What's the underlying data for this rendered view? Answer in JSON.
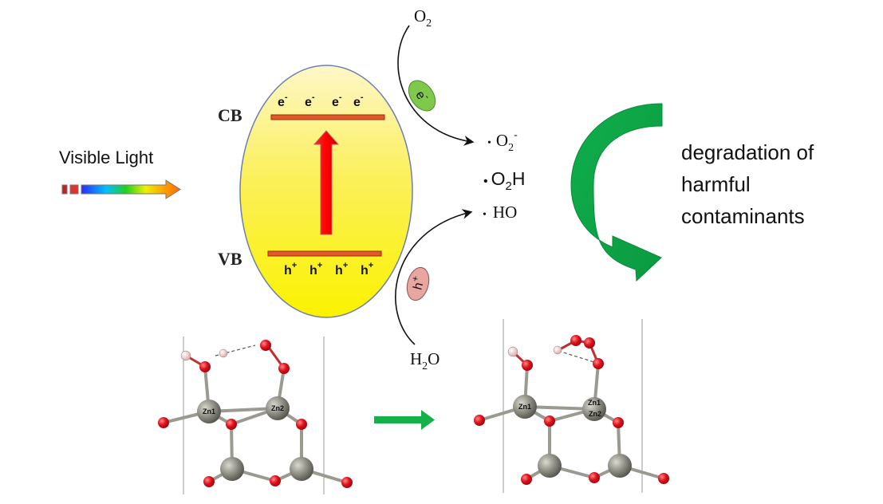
{
  "light": {
    "label": "Visible Light"
  },
  "band": {
    "cb_label": "CB",
    "vb_label": "VB",
    "electrons": [
      "e",
      "e",
      "e",
      "e"
    ],
    "electron_sup": "-",
    "holes": [
      "h",
      "h",
      "h",
      "h"
    ],
    "hole_sup": "+"
  },
  "reactants": {
    "o2_base": "O",
    "o2_sub": "2",
    "h2o_a": "H",
    "h2o_sub": "2",
    "h2o_b": "O",
    "electron_tag": "e",
    "electron_tag_sup": "-",
    "hole_tag": "h",
    "hole_tag_sup": "+"
  },
  "radicals": {
    "superoxide_base": "O",
    "superoxide_sub": "2",
    "superoxide_sup": "-",
    "hydroperoxyl_base": "O",
    "hydroperoxyl_sub": "2",
    "hydroperoxyl_tail": "H",
    "hydroxyl": "HO",
    "dot": "•"
  },
  "result": {
    "line1": "degradation of",
    "line2": "harmful",
    "line3": "contaminants"
  },
  "structures": {
    "before": {
      "atom1": "Zn1",
      "atom2": "Zn2"
    },
    "after": {
      "atom1": "Zn1",
      "atom2": "Zn2",
      "atom3": "Zn1"
    }
  },
  "colors": {
    "ellipse_top": "#fef7c8",
    "ellipse_bottom": "#fbf200",
    "band_line": "#d8491c",
    "excitation_arrow": "#ff0000",
    "electron_oval": "#7ec94b",
    "hole_oval": "#e9a5a0",
    "curved_arrow": "#0ea74a",
    "oxygen": "#e0141e",
    "zinc": "#8a8a80",
    "hydrogen": "#f3d2d2"
  }
}
